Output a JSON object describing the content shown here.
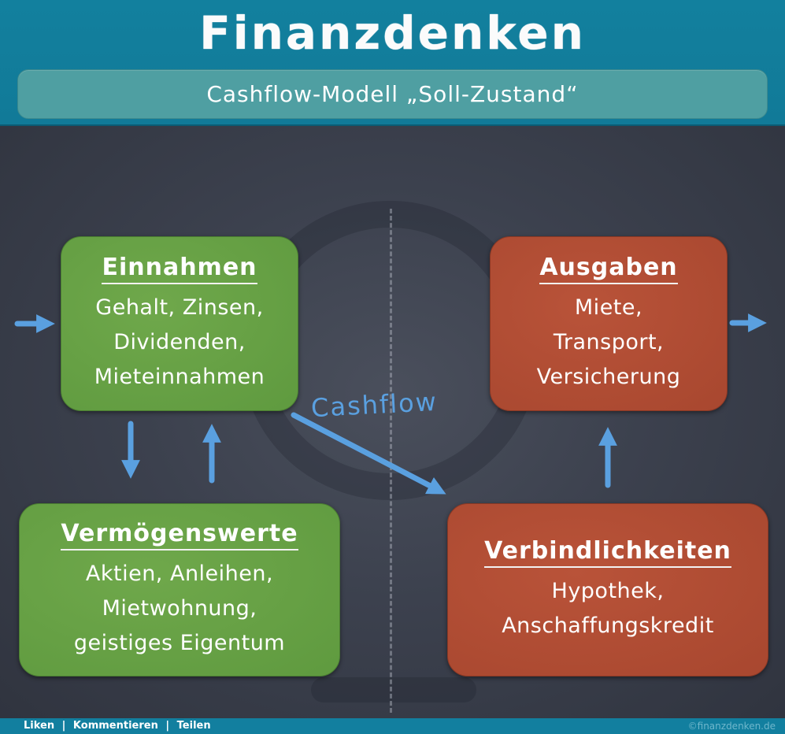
{
  "header": {
    "title": "Finanzdenken",
    "subtitle": "Cashflow-Modell „Soll-Zustand“"
  },
  "colors": {
    "header_bg": "#12809e",
    "subtitle_bg": "#4f9fa2",
    "asset_green": "#659f44",
    "liability_red": "#ae4b33",
    "arrow_blue": "#5aa0e0",
    "board_bg": "#3c414e"
  },
  "boxes": {
    "einnahmen": {
      "title": "Einnahmen",
      "lines": [
        "Gehalt, Zinsen,",
        "Dividenden,",
        "Mieteinnahmen"
      ]
    },
    "ausgaben": {
      "title": "Ausgaben",
      "lines": [
        "Miete,",
        "Transport,",
        "Versicherung"
      ]
    },
    "vermoegenswerte": {
      "title": "Vermögenswerte",
      "lines": [
        "Aktien, Anleihen,",
        "Mietwohnung,",
        "geistiges Eigentum"
      ]
    },
    "verbindlichkeiten": {
      "title": "Verbindlichkeiten",
      "lines": [
        "Hypothek,",
        "Anschaffungskredit"
      ]
    }
  },
  "arrows": {
    "cashflow_label": "Cashflow",
    "items": [
      {
        "name": "arrow-into-einnahmen-icon",
        "direction": "right"
      },
      {
        "name": "arrow-out-of-ausgaben-icon",
        "direction": "right"
      },
      {
        "name": "arrow-einnahmen-to-vermoegenswerte-icon",
        "direction": "down"
      },
      {
        "name": "arrow-vermoegenswerte-to-einnahmen-icon",
        "direction": "up"
      },
      {
        "name": "arrow-cashflow-to-verbindlichkeiten-icon",
        "direction": "down-right"
      },
      {
        "name": "arrow-verbindlichkeiten-to-ausgaben-icon",
        "direction": "up"
      }
    ]
  },
  "footer": {
    "links": [
      "Liken",
      "Kommentieren",
      "Teilen"
    ],
    "separator": "|",
    "copyright": "©finanzdenken.de"
  }
}
